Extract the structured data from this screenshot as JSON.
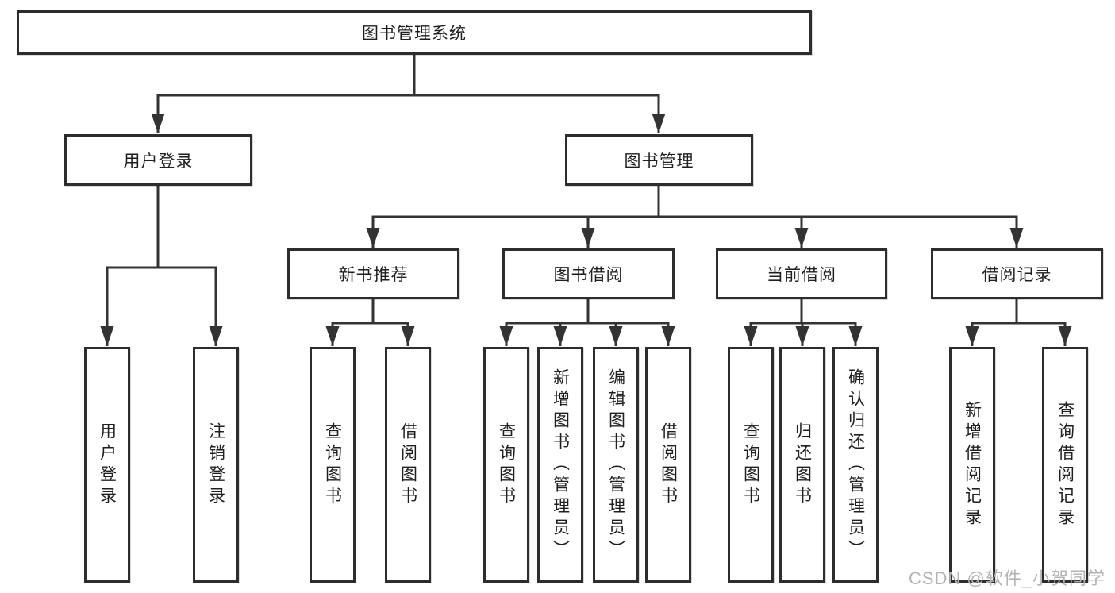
{
  "diagram": {
    "root": "图书管理系统",
    "branches": [
      {
        "label": "用户登录",
        "children": [
          "用户登录",
          "注销登录"
        ]
      },
      {
        "label": "图书管理",
        "groups": [
          {
            "label": "新书推荐",
            "children": [
              "查询图书",
              "借阅图书"
            ]
          },
          {
            "label": "图书借阅",
            "children": [
              "查询图书",
              "新增图书（管理员）",
              "编辑图书（管理员）",
              "借阅图书"
            ]
          },
          {
            "label": "当前借阅",
            "children": [
              "查询图书",
              "归还图书",
              "确认归还（管理员）"
            ]
          },
          {
            "label": "借阅记录",
            "children": [
              "新增借阅记录",
              "查询借阅记录"
            ]
          }
        ]
      }
    ]
  },
  "watermark": "CSDN @软件_小贺同学",
  "colors": {
    "line": "#333333",
    "box_border": "#2d2d2d",
    "text": "#1f1f1f",
    "watermark": "#b4b4b4",
    "background": "#ffffff"
  }
}
